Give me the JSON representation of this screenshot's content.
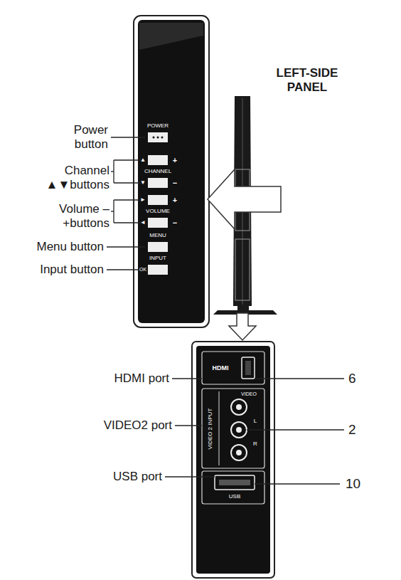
{
  "diagram": {
    "title": "LEFT-SIDE PANEL",
    "labels": [
      "Power button",
      "Channel ▲▼buttons",
      "Volume – +buttons",
      "Menu button",
      "Input button",
      "POWER",
      "CHANNEL",
      "VOLUME",
      "MENU",
      "INPUT",
      "OK",
      "▲",
      "+",
      "▼",
      "−",
      "►",
      "+",
      "◄",
      "−",
      "HDMI",
      "VIDEO 2 INPUT",
      "VIDEO",
      "L",
      "R",
      "USB",
      "HDMI port",
      "VIDEO2 port",
      "USB port",
      "6",
      "2",
      "10"
    ]
  }
}
